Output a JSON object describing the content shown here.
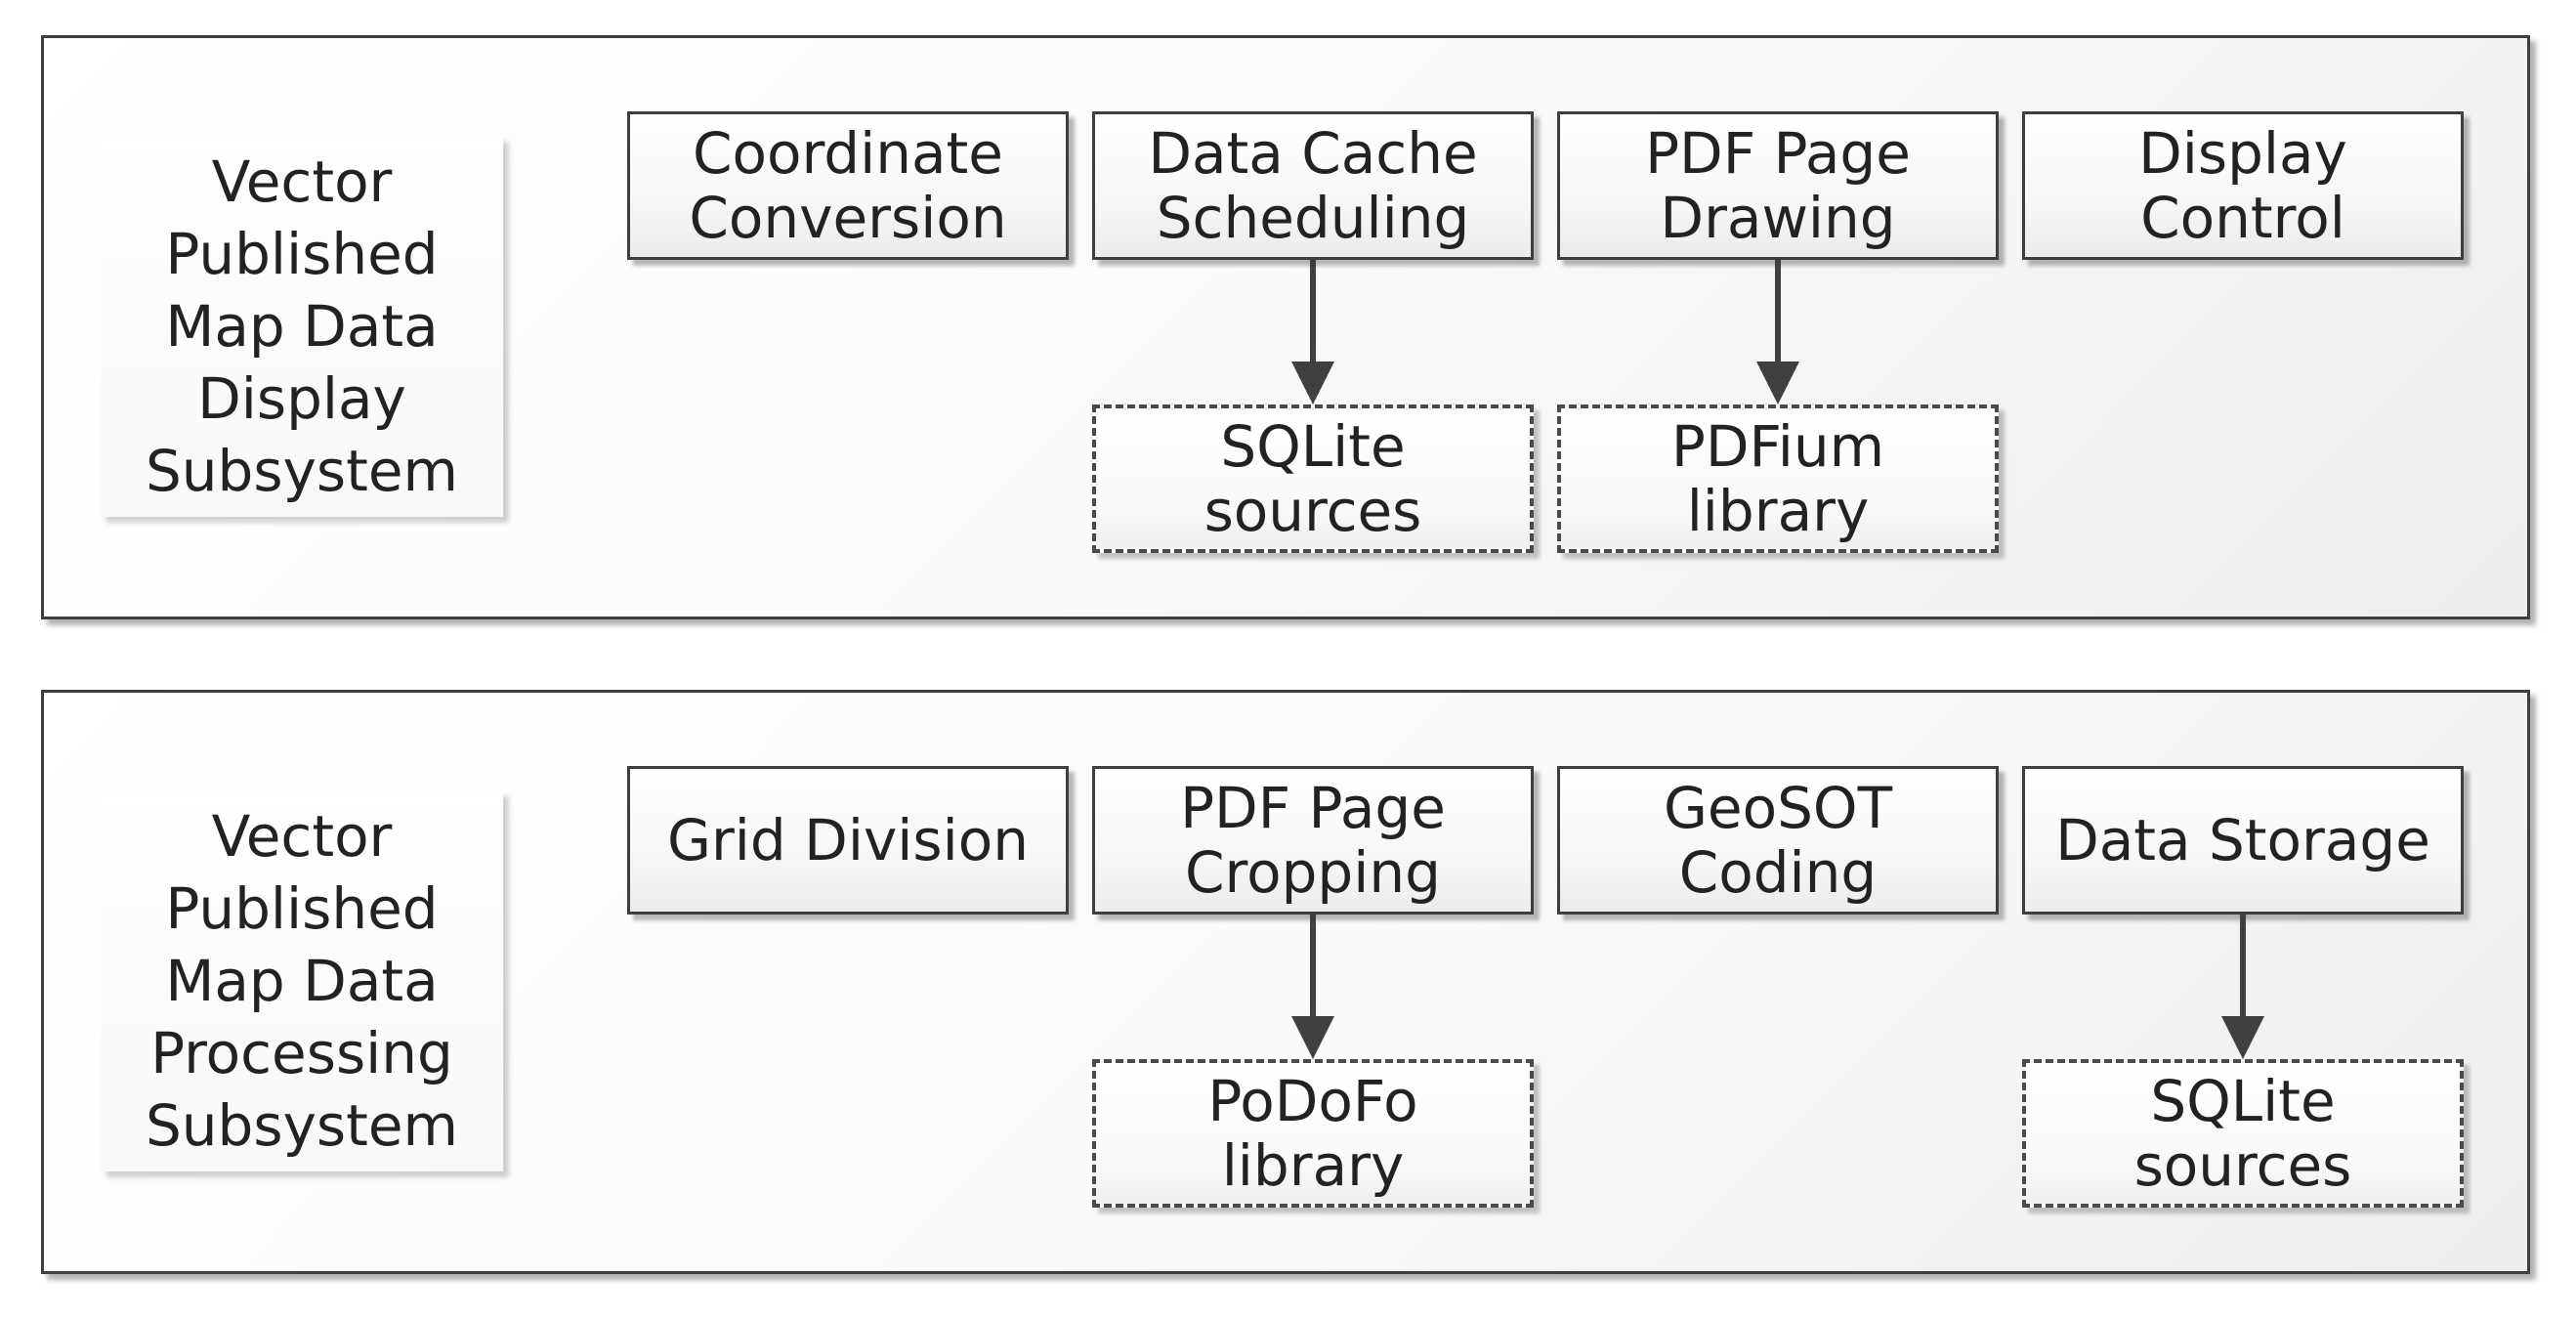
{
  "subsystems": [
    {
      "label_lines": [
        "Vector",
        "Published",
        "Map Data",
        "Display",
        "Subsystem"
      ],
      "modules": [
        {
          "lines": [
            "Coordinate",
            "Conversion"
          ]
        },
        {
          "lines": [
            "Data Cache",
            "Scheduling"
          ]
        },
        {
          "lines": [
            "PDF Page",
            "Drawing"
          ]
        },
        {
          "lines": [
            "Display",
            "Control"
          ]
        }
      ],
      "dependencies": [
        {
          "lines": [
            "SQLite",
            "sources"
          ]
        },
        {
          "lines": [
            "PDFium",
            "library"
          ]
        }
      ]
    },
    {
      "label_lines": [
        "Vector",
        "Published",
        "Map Data",
        "Processing",
        "Subsystem"
      ],
      "modules": [
        {
          "lines": [
            "Grid Division"
          ]
        },
        {
          "lines": [
            "PDF Page",
            "Cropping"
          ]
        },
        {
          "lines": [
            "GeoSOT",
            "Coding"
          ]
        },
        {
          "lines": [
            "Data Storage"
          ]
        }
      ],
      "dependencies": [
        {
          "lines": [
            "PoDoFo",
            "library"
          ]
        },
        {
          "lines": [
            "SQLite",
            "sources"
          ]
        }
      ]
    }
  ],
  "colors": {
    "border": "#3e3e3e",
    "text": "#222222",
    "arrow": "#404040"
  }
}
